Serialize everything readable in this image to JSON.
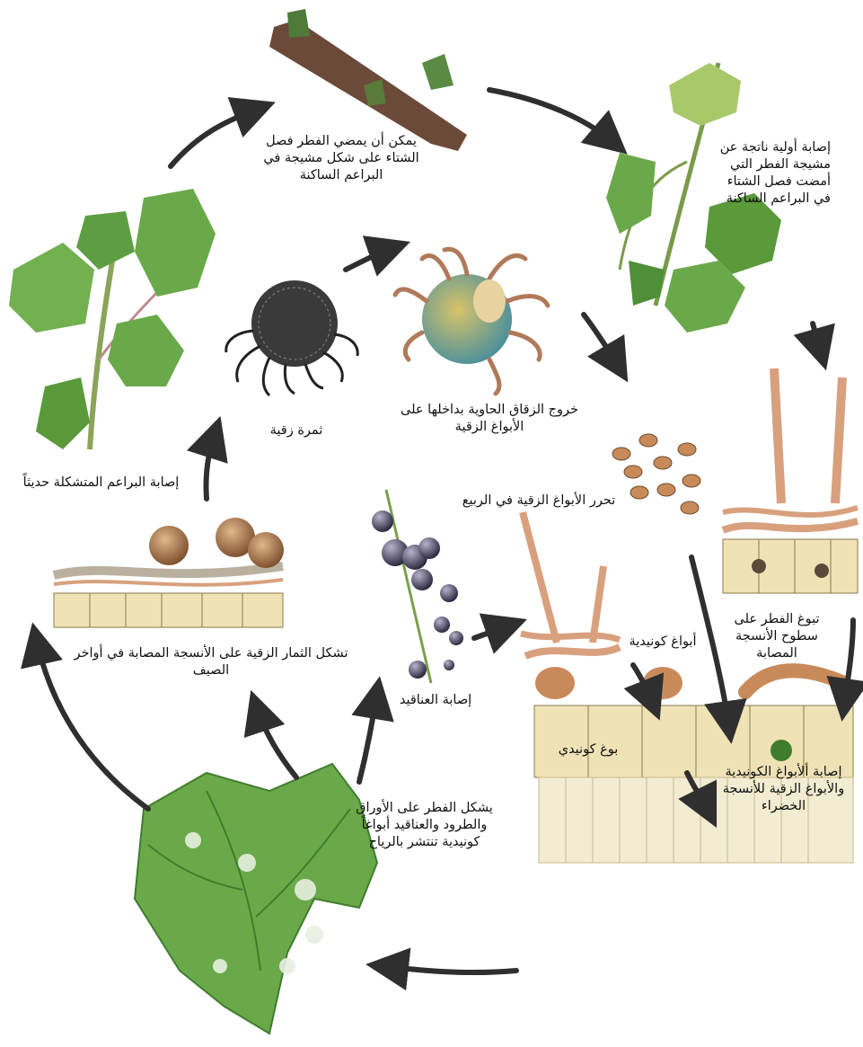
{
  "labels": {
    "winter_mycelium": "يمكن أن يمضي الفطر فصل الشتاء على شكل مشيجة في البراعم الساكنة",
    "primary_infection": "إصابة أولية ناتجة عن مشيجة الفطر التي أمضت فصل الشتاء في البراعم الساكنة",
    "new_buds_infection": "إصابة البراعم المتشكلة حديثاً",
    "cleistothecium": "ثمرة زقية",
    "asci_release": "خروج الزقاق الحاوية بداخلها على الأبواغ الزقية",
    "ascospore_release": "تحرر الأبواغ الزقية في الربيع",
    "sporulation": "تبوغ الفطر على سطوح الأنسجة المصابة",
    "cleistothecia_formation": "تشكل الثمار الزقية على الأنسجة المصابة في أواخر الصيف",
    "cluster_infection": "إصابة العناقيد",
    "conidia": "أبواغ كونيدية",
    "conidium": "بوغ كونيدي",
    "green_tissue_infection": "إصابة ألأبواغ الكونيدية والأبواغ الزقية للأنسجة الخضراء",
    "leaf_conidia": "يشكل الفطر على الأوراق والطرود والعناقيد أبواغاً كونيدية تنتشر بالرياح"
  },
  "colors": {
    "arrow": "#2f2f2f",
    "leaf": "#6aa94a",
    "leaf_dark": "#3f7d2c",
    "cane": "#6b4a3a",
    "hypha": "#d9a07e",
    "cell": "#efe3b6",
    "spore": "#c98a5a",
    "berry": "#4a4560"
  }
}
